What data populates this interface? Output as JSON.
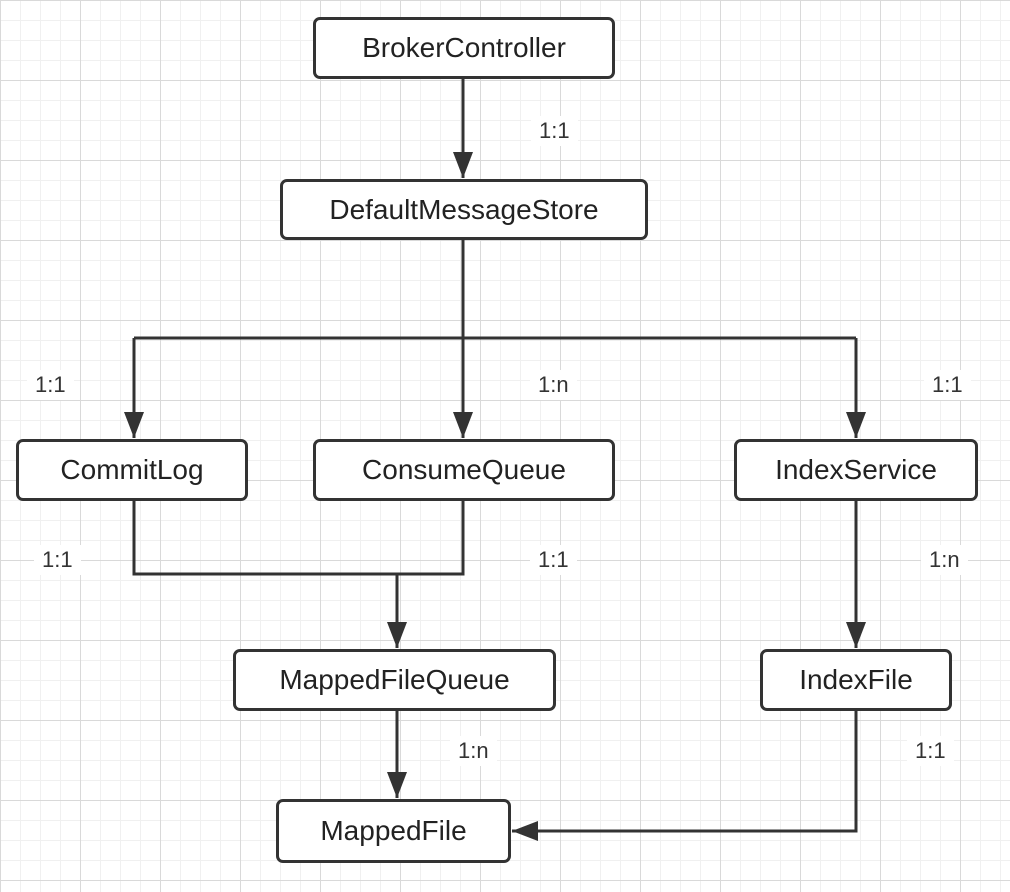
{
  "nodes": {
    "broker_controller": "BrokerController",
    "default_message_store": "DefaultMessageStore",
    "commit_log": "CommitLog",
    "consume_queue": "ConsumeQueue",
    "index_service": "IndexService",
    "mapped_file_queue": "MappedFileQueue",
    "index_file": "IndexFile",
    "mapped_file": "MappedFile"
  },
  "relations": {
    "broker_to_store": "1:1",
    "store_to_commitlog": "1:1",
    "store_to_consumequeue": "1:n",
    "store_to_indexservice": "1:1",
    "commitlog_to_mfq": "1:1",
    "consumequeue_to_mfq": "1:1",
    "indexservice_to_indexfile": "1:n",
    "mfq_to_mappedfile": "1:n",
    "indexfile_to_mappedfile": "1:1"
  },
  "colors": {
    "line": "#333333",
    "node_border": "#333333",
    "text": "#222222"
  }
}
